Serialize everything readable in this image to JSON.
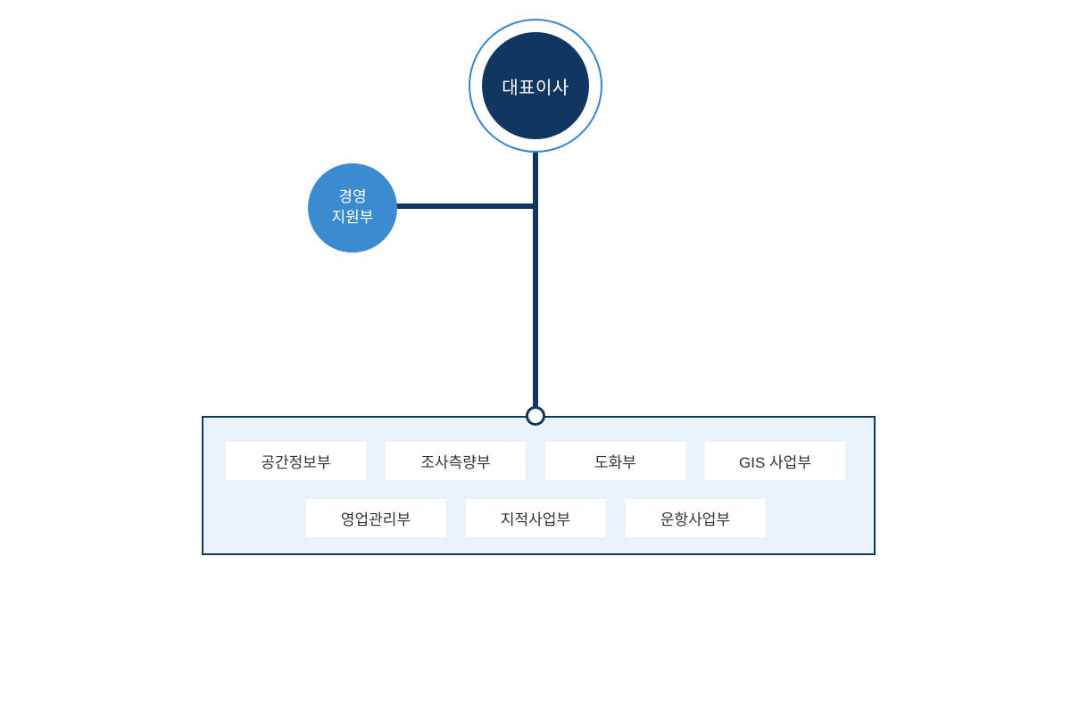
{
  "colors": {
    "navy": "#11365f",
    "ring_blue": "#3585d0",
    "staff_circle_blue": "#3a8bd0",
    "panel_bg": "#e9f3fb",
    "panel_border": "#11365f",
    "dept_box_bg": "#ffffff",
    "dept_text": "#333333",
    "node_text": "#ffffff"
  },
  "org_chart": {
    "root": {
      "label": "대표이사"
    },
    "staff": {
      "label": "경영지원부",
      "lines": [
        "경영",
        "지원부"
      ]
    },
    "departments": {
      "row1": [
        "공간정보부",
        "조사측량부",
        "도화부",
        "GIS 사업부"
      ],
      "row2": [
        "영업관리부",
        "지적사업부",
        "운항사업부"
      ]
    }
  }
}
